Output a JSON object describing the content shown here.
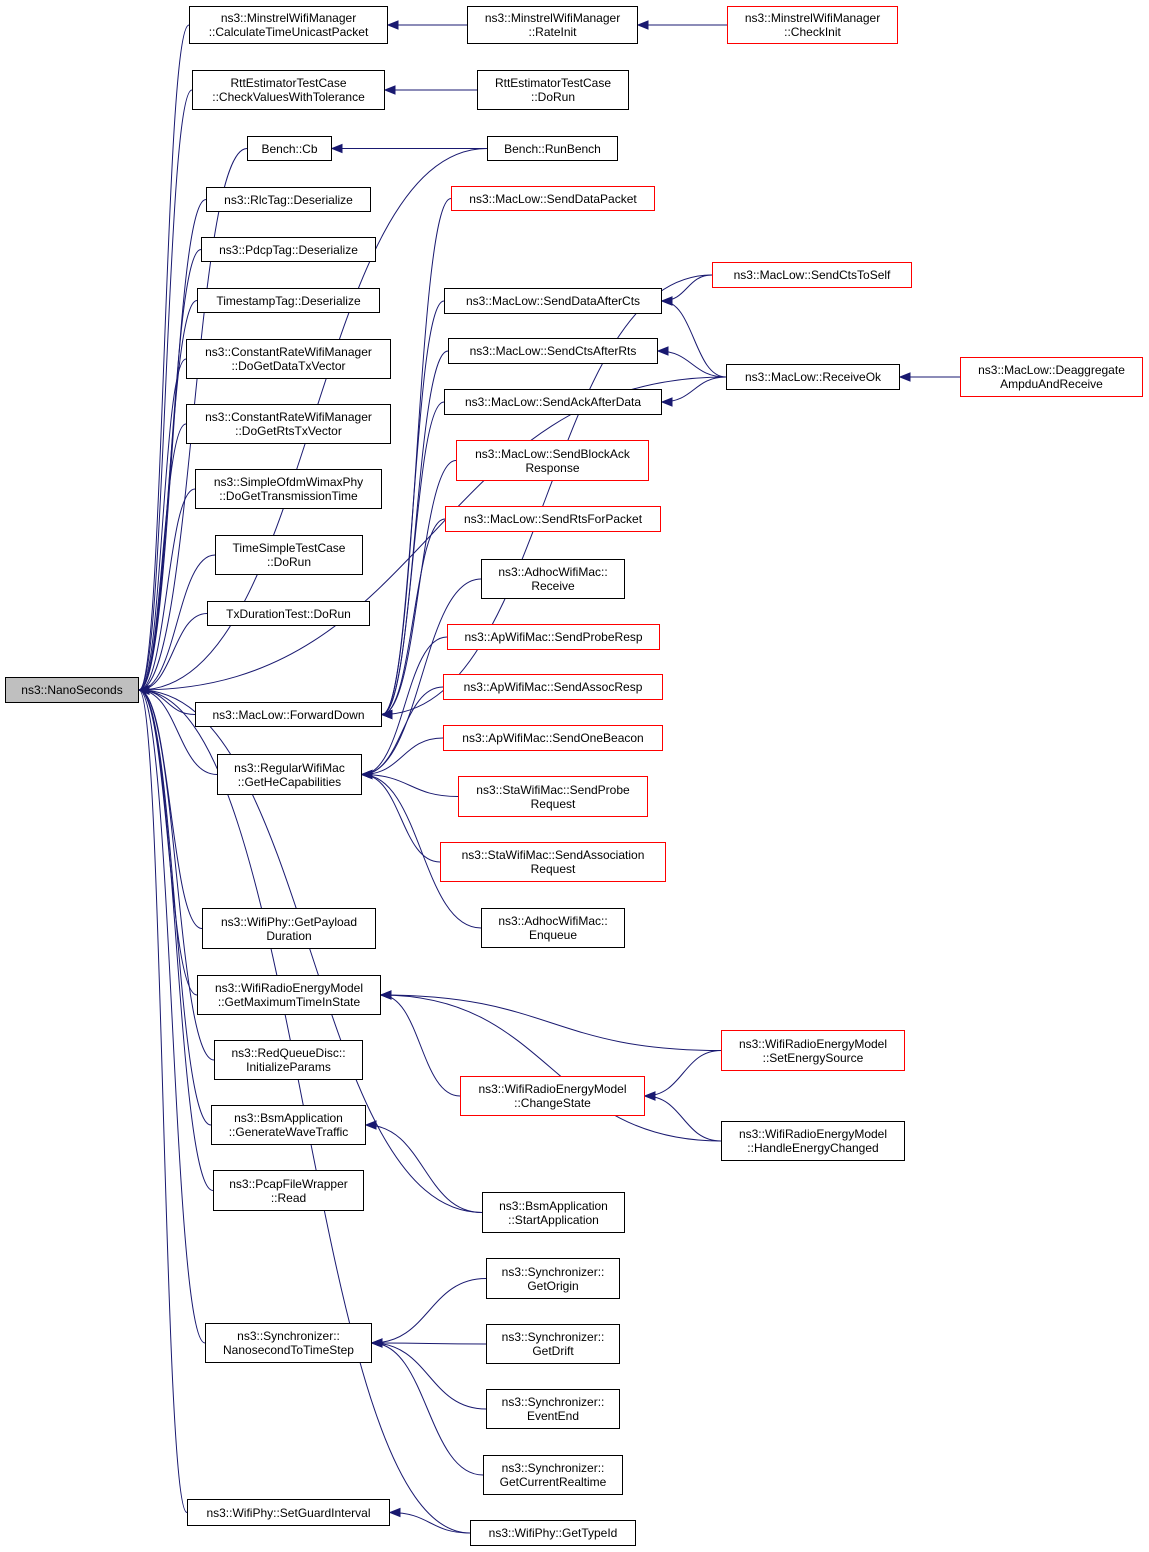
{
  "colors": {
    "edge": "#191970",
    "ref_border": "#ff0000",
    "node_border": "#000000",
    "root_fill": "#bfbfbf",
    "node_fill": "#ffffff"
  },
  "nodes": {
    "nano": {
      "lines": [
        "ns3::NanoSeconds"
      ]
    },
    "mcalc": {
      "lines": [
        "ns3::MinstrelWifiManager",
        "::CalculateTimeUnicastPacket"
      ]
    },
    "mrate": {
      "lines": [
        "ns3::MinstrelWifiManager",
        "::RateInit"
      ]
    },
    "mcheck": {
      "lines": [
        "ns3::MinstrelWifiManager",
        "::CheckInit"
      ]
    },
    "rttcheck": {
      "lines": [
        "RttEstimatorTestCase",
        "::CheckValuesWithTolerance"
      ]
    },
    "rttrun": {
      "lines": [
        "RttEstimatorTestCase",
        "::DoRun"
      ]
    },
    "benchcb": {
      "lines": [
        "Bench::Cb"
      ]
    },
    "benchrun": {
      "lines": [
        "Bench::RunBench"
      ]
    },
    "rlctag": {
      "lines": [
        "ns3::RlcTag::Deserialize"
      ]
    },
    "pdcptag": {
      "lines": [
        "ns3::PdcpTag::Deserialize"
      ]
    },
    "tstag": {
      "lines": [
        "TimestampTag::Deserialize"
      ]
    },
    "crdata": {
      "lines": [
        "ns3::ConstantRateWifiManager",
        "::DoGetDataTxVector"
      ]
    },
    "crrts": {
      "lines": [
        "ns3::ConstantRateWifiManager",
        "::DoGetRtsTxVector"
      ]
    },
    "ofdm": {
      "lines": [
        "ns3::SimpleOfdmWimaxPhy",
        "::DoGetTransmissionTime"
      ]
    },
    "tstc": {
      "lines": [
        "TimeSimpleTestCase",
        "::DoRun"
      ]
    },
    "txdur": {
      "lines": [
        "TxDurationTest::DoRun"
      ]
    },
    "fwd": {
      "lines": [
        "ns3::MacLow::ForwardDown"
      ]
    },
    "heCap": {
      "lines": [
        "ns3::RegularWifiMac",
        "::GetHeCapabilities"
      ]
    },
    "payload": {
      "lines": [
        "ns3::WifiPhy::GetPayload",
        "Duration"
      ]
    },
    "maxtime": {
      "lines": [
        "ns3::WifiRadioEnergyModel",
        "::GetMaximumTimeInState"
      ]
    },
    "redq": {
      "lines": [
        "ns3::RedQueueDisc::",
        "InitializeParams"
      ]
    },
    "bsmgen": {
      "lines": [
        "ns3::BsmApplication",
        "::GenerateWaveTraffic"
      ]
    },
    "pcap": {
      "lines": [
        "ns3::PcapFileWrapper",
        "::Read"
      ]
    },
    "syncnano": {
      "lines": [
        "ns3::Synchronizer::",
        "NanosecondToTimeStep"
      ]
    },
    "guard": {
      "lines": [
        "ns3::WifiPhy::SetGuardInterval"
      ]
    },
    "senddatapkt": {
      "lines": [
        "ns3::MacLow::SendDataPacket"
      ]
    },
    "sendctsself": {
      "lines": [
        "ns3::MacLow::SendCtsToSelf"
      ]
    },
    "senddataafter": {
      "lines": [
        "ns3::MacLow::SendDataAfterCts"
      ]
    },
    "sendctsafter": {
      "lines": [
        "ns3::MacLow::SendCtsAfterRts"
      ]
    },
    "sendack": {
      "lines": [
        "ns3::MacLow::SendAckAfterData"
      ]
    },
    "receiveok": {
      "lines": [
        "ns3::MacLow::ReceiveOk"
      ]
    },
    "deagg": {
      "lines": [
        "ns3::MacLow::Deaggregate",
        "AmpduAndReceive"
      ]
    },
    "blockack": {
      "lines": [
        "ns3::MacLow::SendBlockAck",
        "Response"
      ]
    },
    "rtsfor": {
      "lines": [
        "ns3::MacLow::SendRtsForPacket"
      ]
    },
    "adhocrecv": {
      "lines": [
        "ns3::AdhocWifiMac::",
        "Receive"
      ]
    },
    "approbe": {
      "lines": [
        "ns3::ApWifiMac::SendProbeResp"
      ]
    },
    "apassoc": {
      "lines": [
        "ns3::ApWifiMac::SendAssocResp"
      ]
    },
    "apbeacon": {
      "lines": [
        "ns3::ApWifiMac::SendOneBeacon"
      ]
    },
    "staprobe": {
      "lines": [
        "ns3::StaWifiMac::SendProbe",
        "Request"
      ]
    },
    "staassoc": {
      "lines": [
        "ns3::StaWifiMac::SendAssociation",
        "Request"
      ]
    },
    "adhocenq": {
      "lines": [
        "ns3::AdhocWifiMac::",
        "Enqueue"
      ]
    },
    "setenergy": {
      "lines": [
        "ns3::WifiRadioEnergyModel",
        "::SetEnergySource"
      ]
    },
    "changestate": {
      "lines": [
        "ns3::WifiRadioEnergyModel",
        "::ChangeState"
      ]
    },
    "handleenergy": {
      "lines": [
        "ns3::WifiRadioEnergyModel",
        "::HandleEnergyChanged"
      ]
    },
    "bsmstart": {
      "lines": [
        "ns3::BsmApplication",
        "::StartApplication"
      ]
    },
    "syncorigin": {
      "lines": [
        "ns3::Synchronizer::",
        "GetOrigin"
      ]
    },
    "syncdrift": {
      "lines": [
        "ns3::Synchronizer::",
        "GetDrift"
      ]
    },
    "syncevent": {
      "lines": [
        "ns3::Synchronizer::",
        "EventEnd"
      ]
    },
    "synccur": {
      "lines": [
        "ns3::Synchronizer::",
        "GetCurrentRealtime"
      ]
    },
    "typeid": {
      "lines": [
        "ns3::WifiPhy::GetTypeId"
      ]
    }
  },
  "edges": [
    [
      "mcalc",
      "nano"
    ],
    [
      "rttcheck",
      "nano"
    ],
    [
      "benchcb",
      "nano"
    ],
    [
      "rlctag",
      "nano"
    ],
    [
      "pdcptag",
      "nano"
    ],
    [
      "tstag",
      "nano"
    ],
    [
      "crdata",
      "nano"
    ],
    [
      "crrts",
      "nano"
    ],
    [
      "ofdm",
      "nano"
    ],
    [
      "tstc",
      "nano"
    ],
    [
      "txdur",
      "nano"
    ],
    [
      "benchrun",
      "nano"
    ],
    [
      "fwd",
      "nano"
    ],
    [
      "heCap",
      "nano"
    ],
    [
      "receiveok",
      "nano"
    ],
    [
      "payload",
      "nano"
    ],
    [
      "maxtime",
      "nano"
    ],
    [
      "redq",
      "nano"
    ],
    [
      "bsmgen",
      "nano"
    ],
    [
      "pcap",
      "nano"
    ],
    [
      "bsmstart",
      "nano"
    ],
    [
      "syncnano",
      "nano"
    ],
    [
      "typeid",
      "nano"
    ],
    [
      "guard",
      "nano"
    ],
    [
      "mrate",
      "mcalc"
    ],
    [
      "mcheck",
      "mrate"
    ],
    [
      "rttrun",
      "rttcheck"
    ],
    [
      "benchrun",
      "benchcb"
    ],
    [
      "senddatapkt",
      "fwd"
    ],
    [
      "sendctsself",
      "fwd"
    ],
    [
      "senddataafter",
      "fwd"
    ],
    [
      "sendctsafter",
      "fwd"
    ],
    [
      "sendack",
      "fwd"
    ],
    [
      "blockack",
      "fwd"
    ],
    [
      "rtsfor",
      "fwd"
    ],
    [
      "sendctsself",
      "senddataafter"
    ],
    [
      "receiveok",
      "senddataafter"
    ],
    [
      "receiveok",
      "sendctsafter"
    ],
    [
      "receiveok",
      "sendack"
    ],
    [
      "deagg",
      "receiveok"
    ],
    [
      "adhocrecv",
      "heCap"
    ],
    [
      "approbe",
      "heCap"
    ],
    [
      "apassoc",
      "heCap"
    ],
    [
      "apbeacon",
      "heCap"
    ],
    [
      "staprobe",
      "heCap"
    ],
    [
      "staassoc",
      "heCap"
    ],
    [
      "adhocenq",
      "heCap"
    ],
    [
      "setenergy",
      "maxtime"
    ],
    [
      "changestate",
      "maxtime"
    ],
    [
      "handleenergy",
      "maxtime"
    ],
    [
      "setenergy",
      "changestate"
    ],
    [
      "handleenergy",
      "changestate"
    ],
    [
      "bsmstart",
      "bsmgen"
    ],
    [
      "syncorigin",
      "syncnano"
    ],
    [
      "syncdrift",
      "syncnano"
    ],
    [
      "syncevent",
      "syncnano"
    ],
    [
      "synccur",
      "syncnano"
    ],
    [
      "typeid",
      "guard"
    ]
  ]
}
